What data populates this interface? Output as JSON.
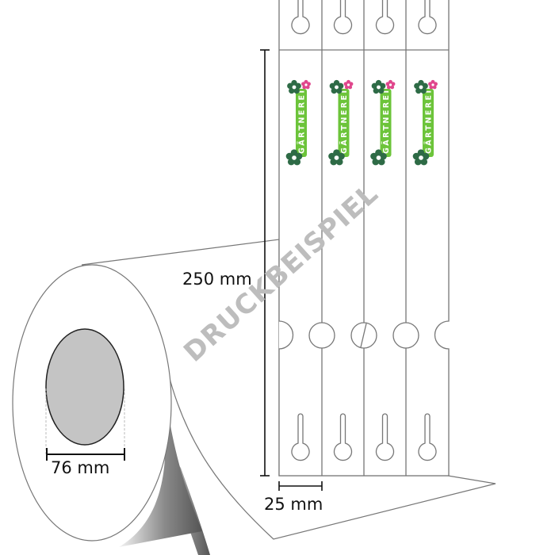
{
  "dimensions": {
    "core_diameter": "76 mm",
    "label_length": "250 mm",
    "label_width": "25 mm"
  },
  "watermark": "DRUCKBEISPIEL",
  "logo_text": "GÄRTNEREI",
  "label_count_visible": 4,
  "colors": {
    "core": "#c4c4c4",
    "logo_green": "#6cc43a",
    "flower_dark": "#2e6b46",
    "flower_pink": "#e0468c",
    "watermark": "#bdbdbd"
  }
}
